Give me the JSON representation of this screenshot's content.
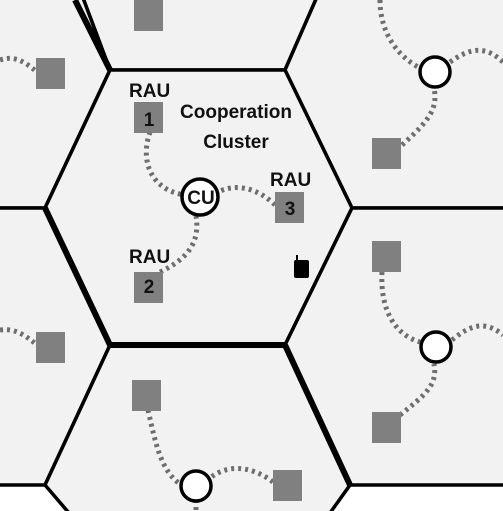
{
  "diagram": {
    "cluster_title_line1": "Cooperation",
    "cluster_title_line2": "Cluster",
    "cu_label": "CU",
    "raus": [
      {
        "label": "RAU",
        "number": "1"
      },
      {
        "label": "RAU",
        "number": "2"
      },
      {
        "label": "RAU",
        "number": "3"
      }
    ],
    "colors": {
      "cell_fill": "#f2f2f2",
      "cell_border": "#000000",
      "rau_fill": "#808080",
      "link_dots": "#6e6e6e",
      "cu_fill": "#ffffff",
      "device_fill": "#000000"
    }
  }
}
